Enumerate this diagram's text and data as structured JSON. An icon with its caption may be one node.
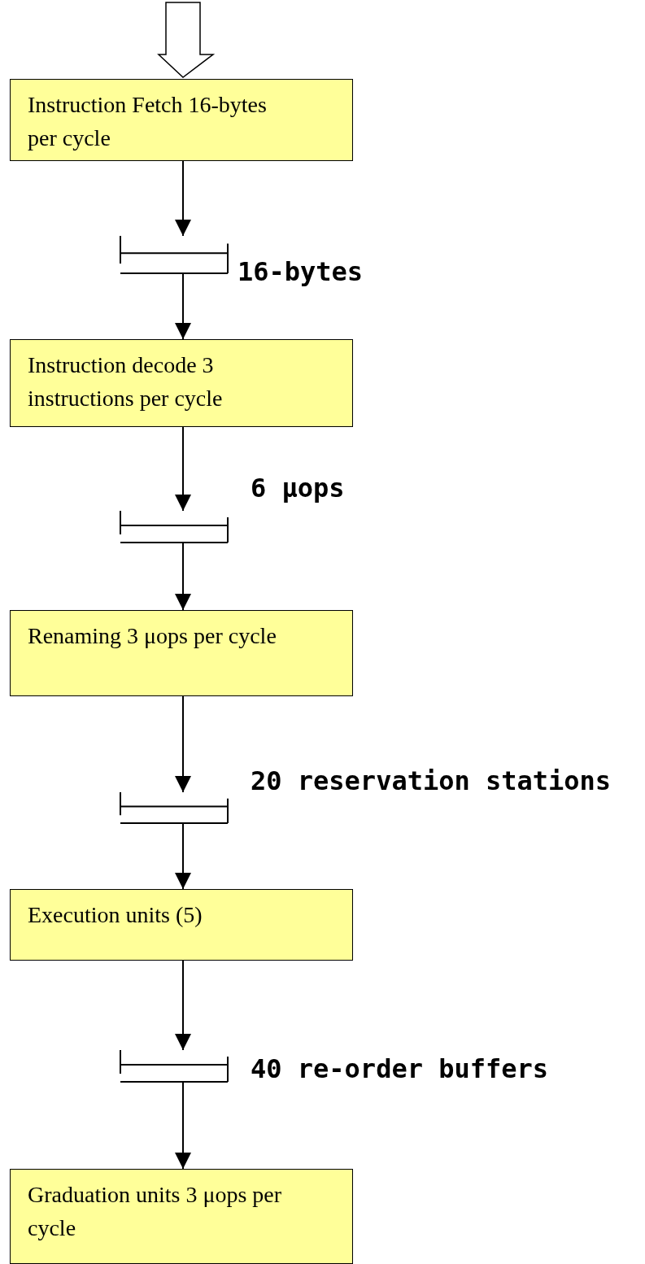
{
  "diagram": {
    "nodes": [
      {
        "text": [
          "Instruction Fetch 16-bytes per cycle"
        ]
      },
      {
        "text": [],
        "shape": "bar",
        "beside": [
          "16-bytes"
        ]
      },
      {
        "text": [
          "Instruction decode 3 instructions per cycle"
        ]
      },
      {
        "text": [],
        "shape": "bar",
        "beside": [
          "6 μops"
        ]
      },
      {
        "text": [
          "Renaming 3 μops per cycle"
        ]
      },
      {
        "text": [],
        "shape": "bar",
        "beside": [
          "20 reservation stations"
        ]
      },
      {
        "text": [
          "Execution units (5)"
        ]
      },
      {
        "text": [],
        "shape": "bar",
        "beside": [
          "40 re-order buffers"
        ]
      },
      {
        "text": [
          "Graduation units 3 μops per cycle"
        ]
      }
    ],
    "edges": [
      {
        "from": null,
        "to": 0,
        "arrow": "to"
      },
      {
        "from": 0,
        "to": 1,
        "arrow": "to"
      },
      {
        "from": 1,
        "to": 2,
        "arrow": "to"
      },
      {
        "from": 2,
        "to": 3,
        "arrow": "to"
      },
      {
        "from": 3,
        "to": 4,
        "arrow": "to"
      },
      {
        "from": 4,
        "to": 5,
        "arrow": "to"
      },
      {
        "from": 5,
        "to": 6,
        "arrow": "to"
      },
      {
        "from": 6,
        "to": 7,
        "arrow": "to"
      },
      {
        "from": 7,
        "to": 8,
        "arrow": "to"
      }
    ]
  }
}
